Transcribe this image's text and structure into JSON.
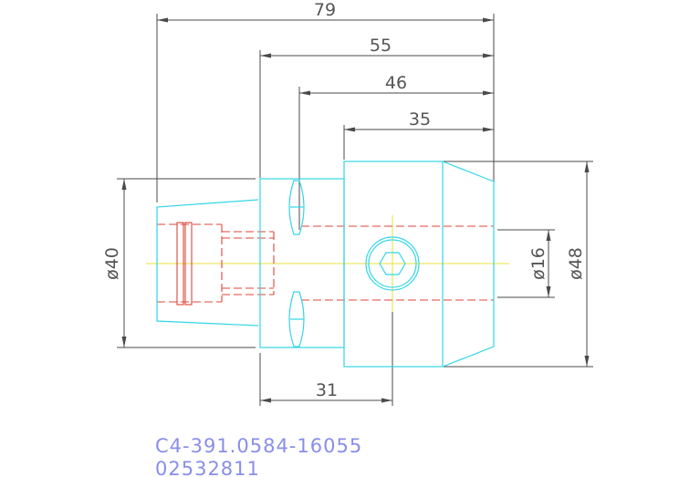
{
  "dimensions": {
    "overall_length": "79",
    "shank_length": "55",
    "length_46": "46",
    "body_length": "35",
    "flange_offset": "31",
    "dia_40": "ø40",
    "dia_16": "ø16",
    "dia_48": "ø48"
  },
  "part": {
    "number": "C4-391.0584-16055",
    "code": "02532811"
  },
  "colors": {
    "outline": "#33d6e6",
    "hidden": "#e0453a",
    "centerline": "#e8e23a",
    "dimension": "#4a4a4a",
    "title": "#8a8ee8"
  }
}
